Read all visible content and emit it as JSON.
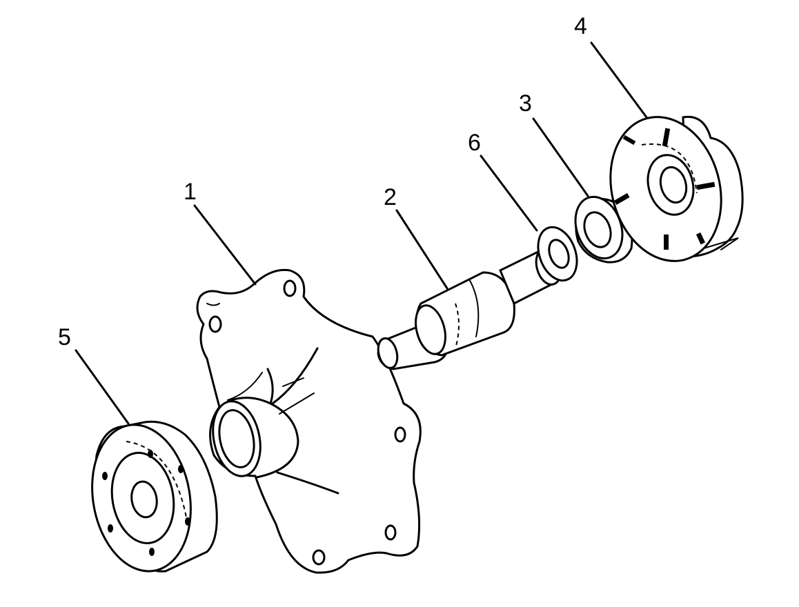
{
  "diagram": {
    "callouts": [
      {
        "id": "housing",
        "label": "1"
      },
      {
        "id": "shaft-bearing",
        "label": "2"
      },
      {
        "id": "seal",
        "label": "3"
      },
      {
        "id": "impeller",
        "label": "4"
      },
      {
        "id": "hub",
        "label": "5"
      },
      {
        "id": "washer",
        "label": "6"
      }
    ]
  }
}
